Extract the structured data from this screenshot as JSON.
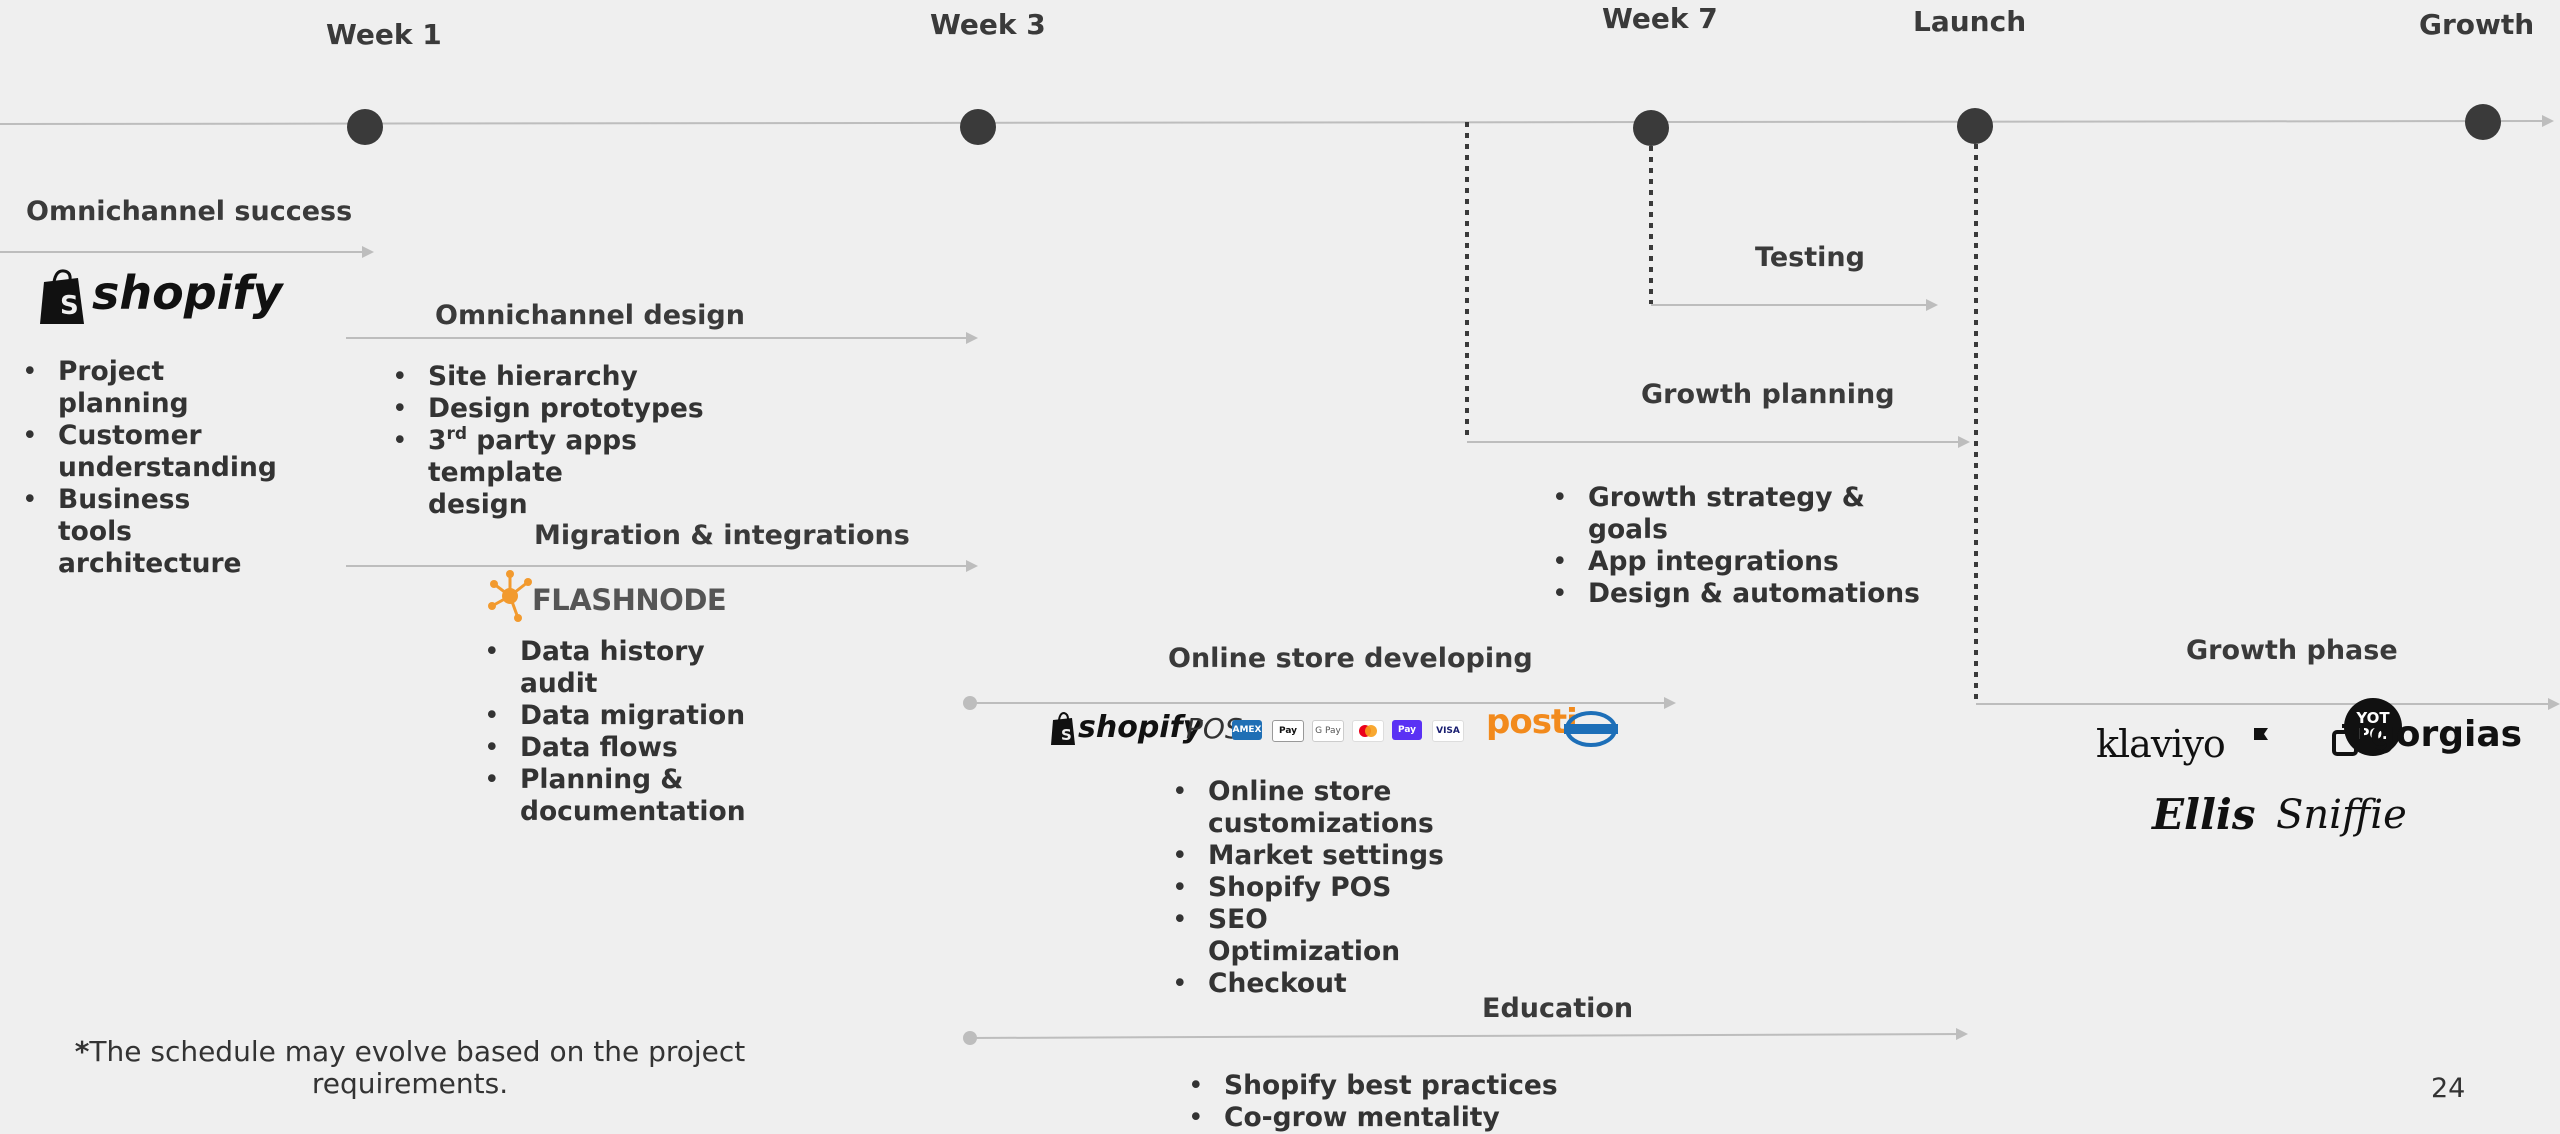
{
  "milestones": {
    "week1": "Week 1",
    "week3": "Week 3",
    "week7": "Week 7",
    "launch": "Launch",
    "growth": "Growth"
  },
  "sections": {
    "omnichannel_success": {
      "title": "Omnichannel success",
      "logo": "shopify",
      "items": [
        "Project planning",
        "Customer understanding",
        "Business tools architecture"
      ]
    },
    "omnichannel_design": {
      "title": "Omnichannel design",
      "items": [
        "Site hierarchy",
        "Design prototypes"
      ],
      "item3_prefix": "3",
      "item3_sup": "rd",
      "item3_rest": " party apps template design"
    },
    "migration": {
      "title": "Migration & integrations",
      "logo": "FLASHNODE",
      "items": [
        "Data history audit",
        "Data migration",
        "Data flows",
        "Planning & documentation"
      ]
    },
    "online_store": {
      "title": "Online store developing",
      "logo_shop": "shopify",
      "logo_pos": "POS",
      "payment_icons": [
        "AMEX",
        "Pay",
        "G Pay",
        "",
        "Pay",
        "VISA"
      ],
      "posti": "posti",
      "items": [
        "Online store customizations",
        "Market settings",
        "Shopify POS",
        "SEO Optimization",
        "Checkout"
      ]
    },
    "education": {
      "title": "Education",
      "items": [
        "Shopify best practices",
        "Co-grow mentality"
      ]
    },
    "testing": {
      "title": "Testing"
    },
    "growth_planning": {
      "title": "Growth planning",
      "items": [
        "Growth strategy & goals",
        "App integrations",
        "Design & automations"
      ]
    },
    "growth_phase": {
      "title": "Growth phase",
      "brands": [
        "klaviyo",
        "YOT PO.",
        "gorgias",
        "Ellis",
        "Sniffie"
      ]
    }
  },
  "note": {
    "asterisk": "*",
    "text": "The schedule may evolve based on the project requirements."
  },
  "page_number": "24",
  "colors": {
    "background": "#efefef",
    "line": "#bdbdbd",
    "node": "#3a3a3a",
    "text": "#3a3a3a",
    "posti": "#f28a1c",
    "flashnode_orange": "#f29a2e"
  }
}
